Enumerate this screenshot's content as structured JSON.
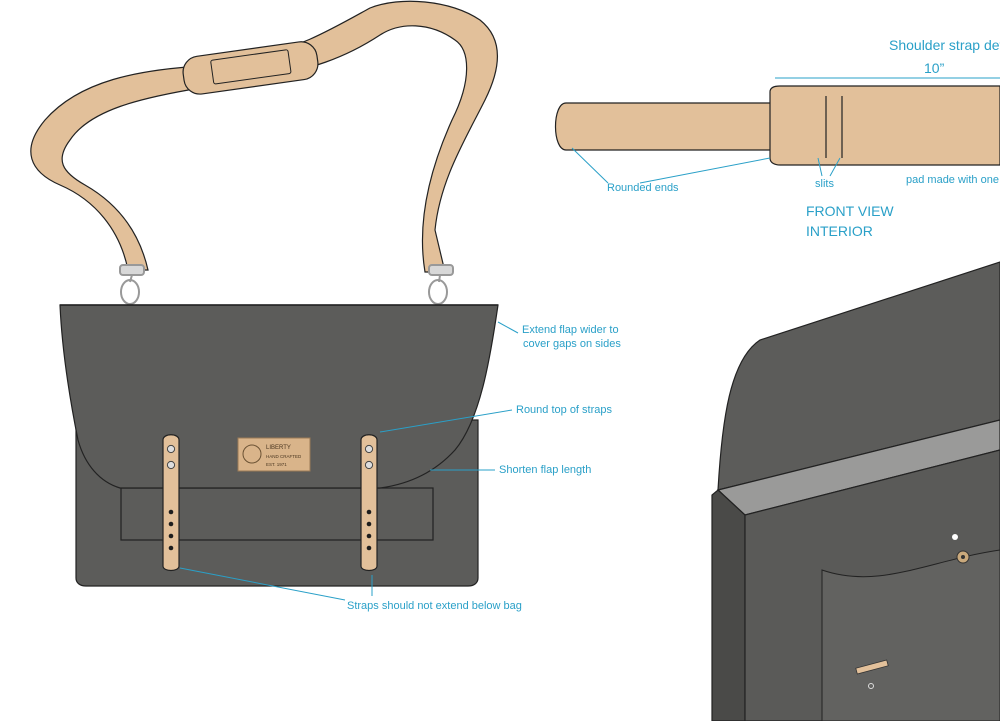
{
  "colors": {
    "leather": "#e2c09a",
    "canvas": "#5c5c5a",
    "annotation": "#2aa0c8"
  },
  "labels": {
    "shoulder_strap_detail": "Shoulder strap det",
    "strap_length": "10”",
    "rounded_ends": "Rounded ends",
    "slits": "slits",
    "pad_made_with": "pad made with one",
    "front_view": "FRONT VIEW",
    "interior": "INTERIOR",
    "extend_flap_1": "Extend flap wider to",
    "extend_flap_2": "cover gaps on sides",
    "round_top_straps": "Round top of straps",
    "shorten_flap": "Shorten flap length",
    "straps_not_extend": "Straps should not extend below bag"
  },
  "logo_patch": {
    "brand": "LIBERTY",
    "line1": "HAND CRAFTED",
    "line2": "EST. 1971"
  }
}
